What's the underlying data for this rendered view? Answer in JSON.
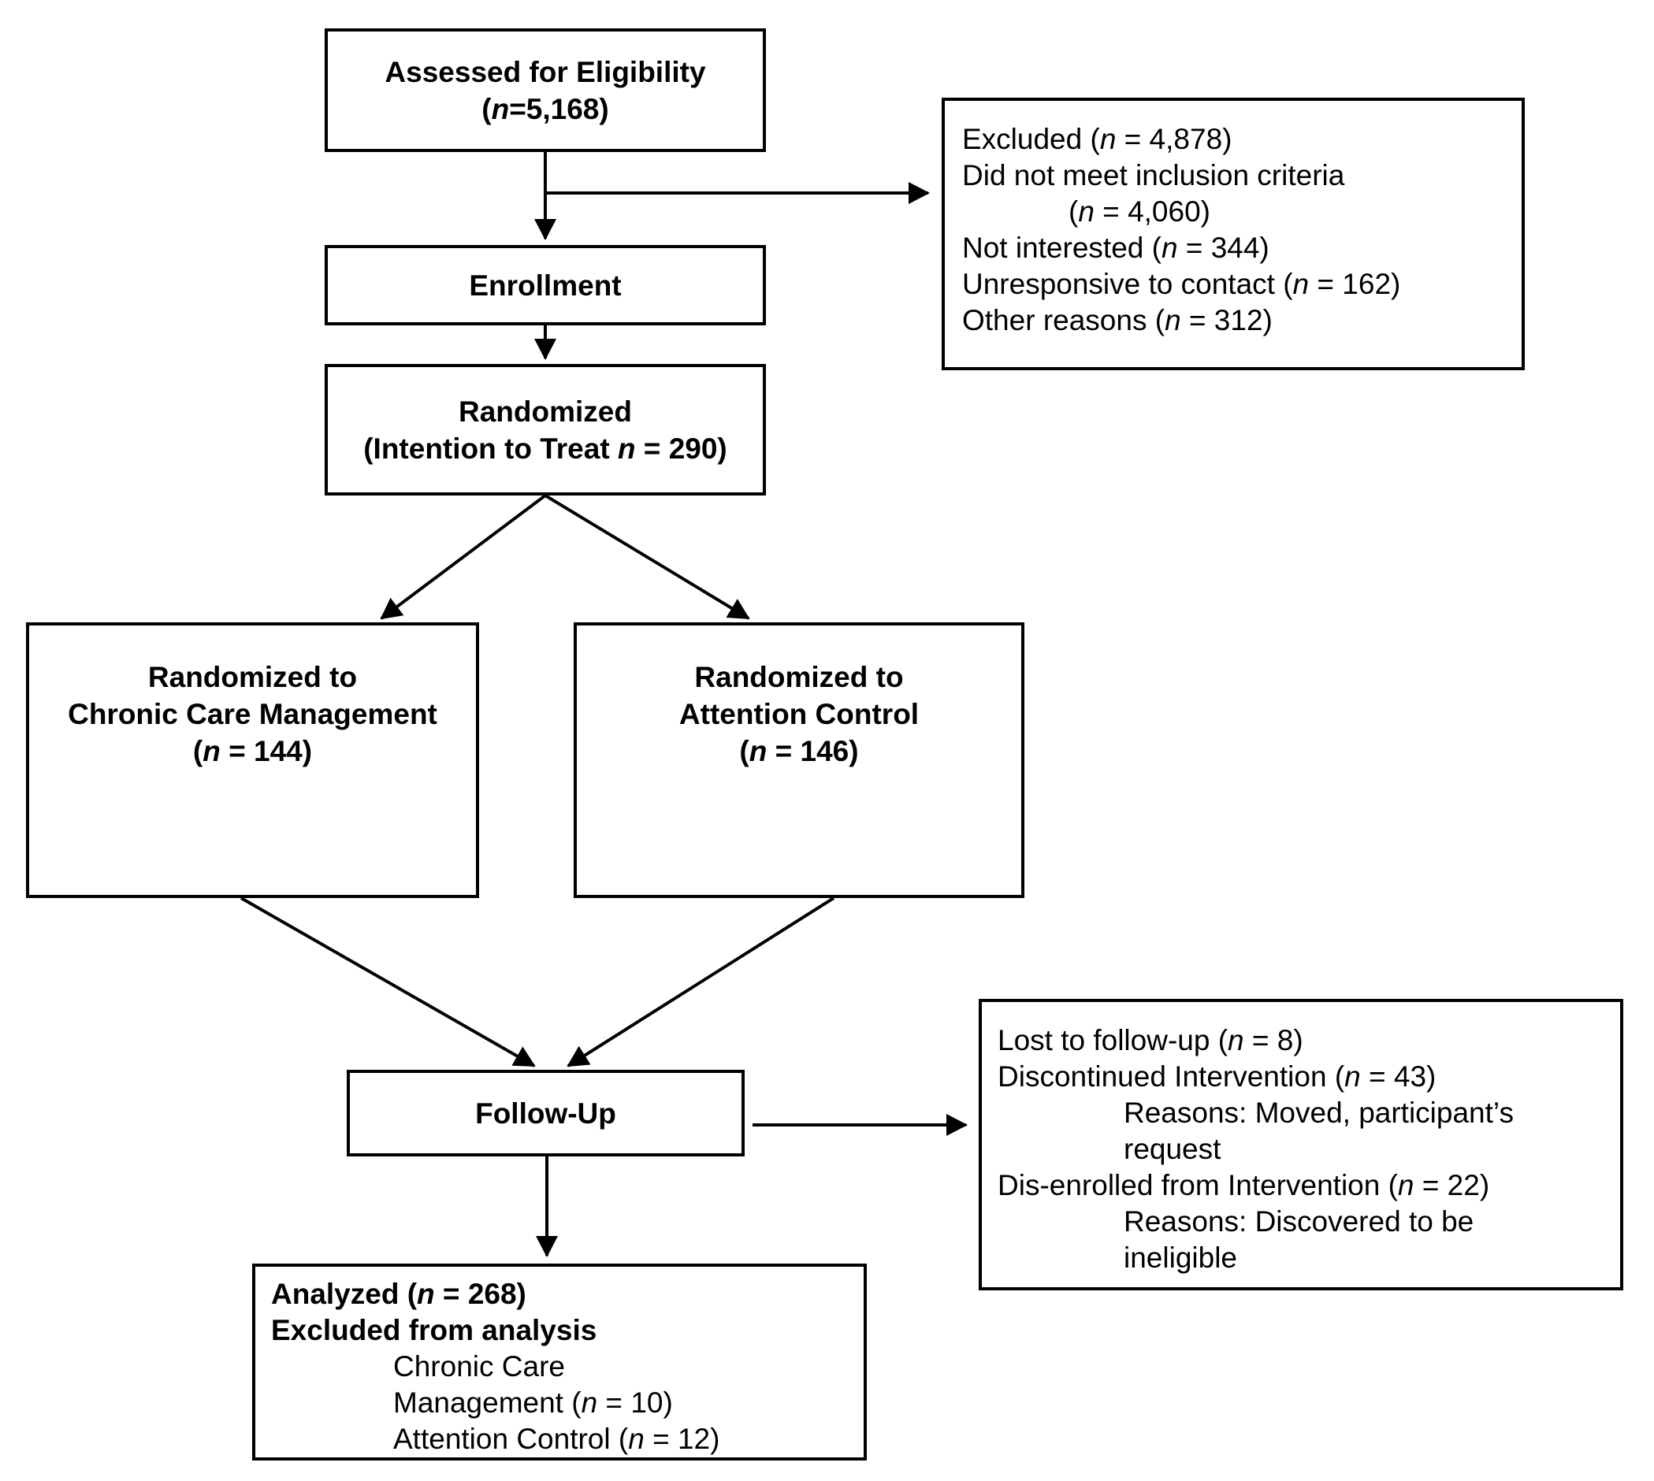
{
  "colors": {
    "background": "#ffffff",
    "line": "#000000",
    "text": "#000000"
  },
  "boxes": {
    "assessed": {
      "lines": [
        {
          "pre": "Assessed for Eligibility"
        },
        {
          "pre": "(",
          "n": "n",
          "post": "=5,168)"
        }
      ]
    },
    "enrollment": {
      "lines": [
        {
          "pre": "Enrollment"
        }
      ]
    },
    "randomized": {
      "lines": [
        {
          "pre": "Randomized"
        },
        {
          "pre": "(Intention to Treat ",
          "n": "n",
          "post": " = 290)"
        }
      ]
    },
    "excluded": {
      "lines": [
        {
          "pre": "Excluded (",
          "n": "n",
          "post": " = 4,878)"
        },
        {
          "pre": "Did not meet inclusion criteria"
        },
        {
          "pre": "(",
          "n": "n",
          "post": " = 4,060)"
        },
        {
          "pre": "Not interested (",
          "n": "n",
          "post": " = 344)"
        },
        {
          "pre": "Unresponsive to contact (",
          "n": "n",
          "post": " = 162)"
        },
        {
          "pre": "Other reasons (",
          "n": "n",
          "post": " = 312)"
        }
      ]
    },
    "chronic_care": {
      "lines": [
        {
          "pre": "Randomized to"
        },
        {
          "pre": "Chronic Care Management"
        },
        {
          "pre": "(",
          "n": "n",
          "post": " = 144)"
        }
      ]
    },
    "attention_control": {
      "lines": [
        {
          "pre": "Randomized to"
        },
        {
          "pre": "Attention Control"
        },
        {
          "pre": "(",
          "n": "n",
          "post": " = 146)"
        }
      ]
    },
    "followup": {
      "lines": [
        {
          "pre": "Follow-Up"
        }
      ]
    },
    "lost": {
      "lines": [
        {
          "pre": "Lost to follow-up (",
          "n": "n",
          "post": " = 8)"
        },
        {
          "pre": "Discontinued Intervention (",
          "n": "n",
          "post": " = 43)"
        },
        {
          "pre": "Reasons: Moved, participant’s"
        },
        {
          "pre": "request"
        },
        {
          "pre": "Dis-enrolled from Intervention (",
          "n": "n",
          "post": " = 22)"
        },
        {
          "pre": "Reasons: Discovered to be"
        },
        {
          "pre": "ineligible"
        }
      ]
    },
    "analyzed": {
      "lines": [
        {
          "pre": "Analyzed (",
          "n": "n",
          "post": " = 268)"
        },
        {
          "pre": "Excluded from analysis"
        },
        {
          "pre": "Chronic Care"
        },
        {
          "pre": "Management (",
          "n": "n",
          "post": " = 10)"
        },
        {
          "pre": "Attention Control (",
          "n": "n",
          "post": " = 12)"
        }
      ]
    }
  }
}
